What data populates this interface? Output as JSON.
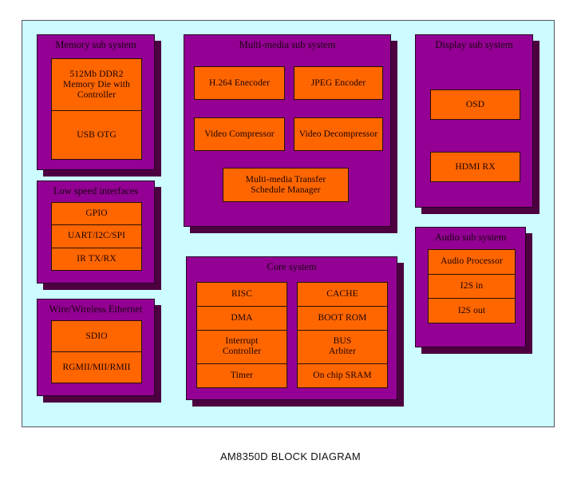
{
  "caption": "AM8350D BLOCK DIAGRAM",
  "colors": {
    "canvas_background": "#ccfcff",
    "block_fill": "#930093",
    "block_shadow": "#4d0040",
    "cell_fill": "#ff6600",
    "text": "#1b0010",
    "page_background": "#ffffff"
  },
  "blocks": {
    "memory": {
      "title": "Memory sub system",
      "cells": [
        "512Mb DDR2\nMemory Die with\nController",
        "USB OTG"
      ]
    },
    "multimedia": {
      "title": "Multi-media sub system",
      "cells": [
        "H.264 Enecoder",
        "JPEG Encoder",
        "Video Compressor",
        "Video Decompressor",
        "Multi-media  Transfer\nSchedule Manager"
      ]
    },
    "display": {
      "title": "Display sub system",
      "cells": [
        "OSD",
        "HDMI RX"
      ]
    },
    "lowspeed": {
      "title": "Low speed interfaces",
      "cells": [
        "GPIO",
        "UART/I2C/SPI",
        "IR TX/RX"
      ]
    },
    "ethernet": {
      "title": "Wire/Wireless Ethernet",
      "cells": [
        "SDIO",
        "RGMII/MII/RMII"
      ]
    },
    "core": {
      "title": "Core system",
      "left_column": [
        "RISC",
        "DMA",
        "Interrupt\nController",
        "Timer"
      ],
      "right_column": [
        "CACHE",
        "BOOT ROM",
        "BUS\nArbiter",
        "On chip SRAM"
      ]
    },
    "audio": {
      "title": "Audio sub system",
      "cells": [
        "Audio Processor",
        "I2S in",
        "I2S out"
      ]
    }
  }
}
